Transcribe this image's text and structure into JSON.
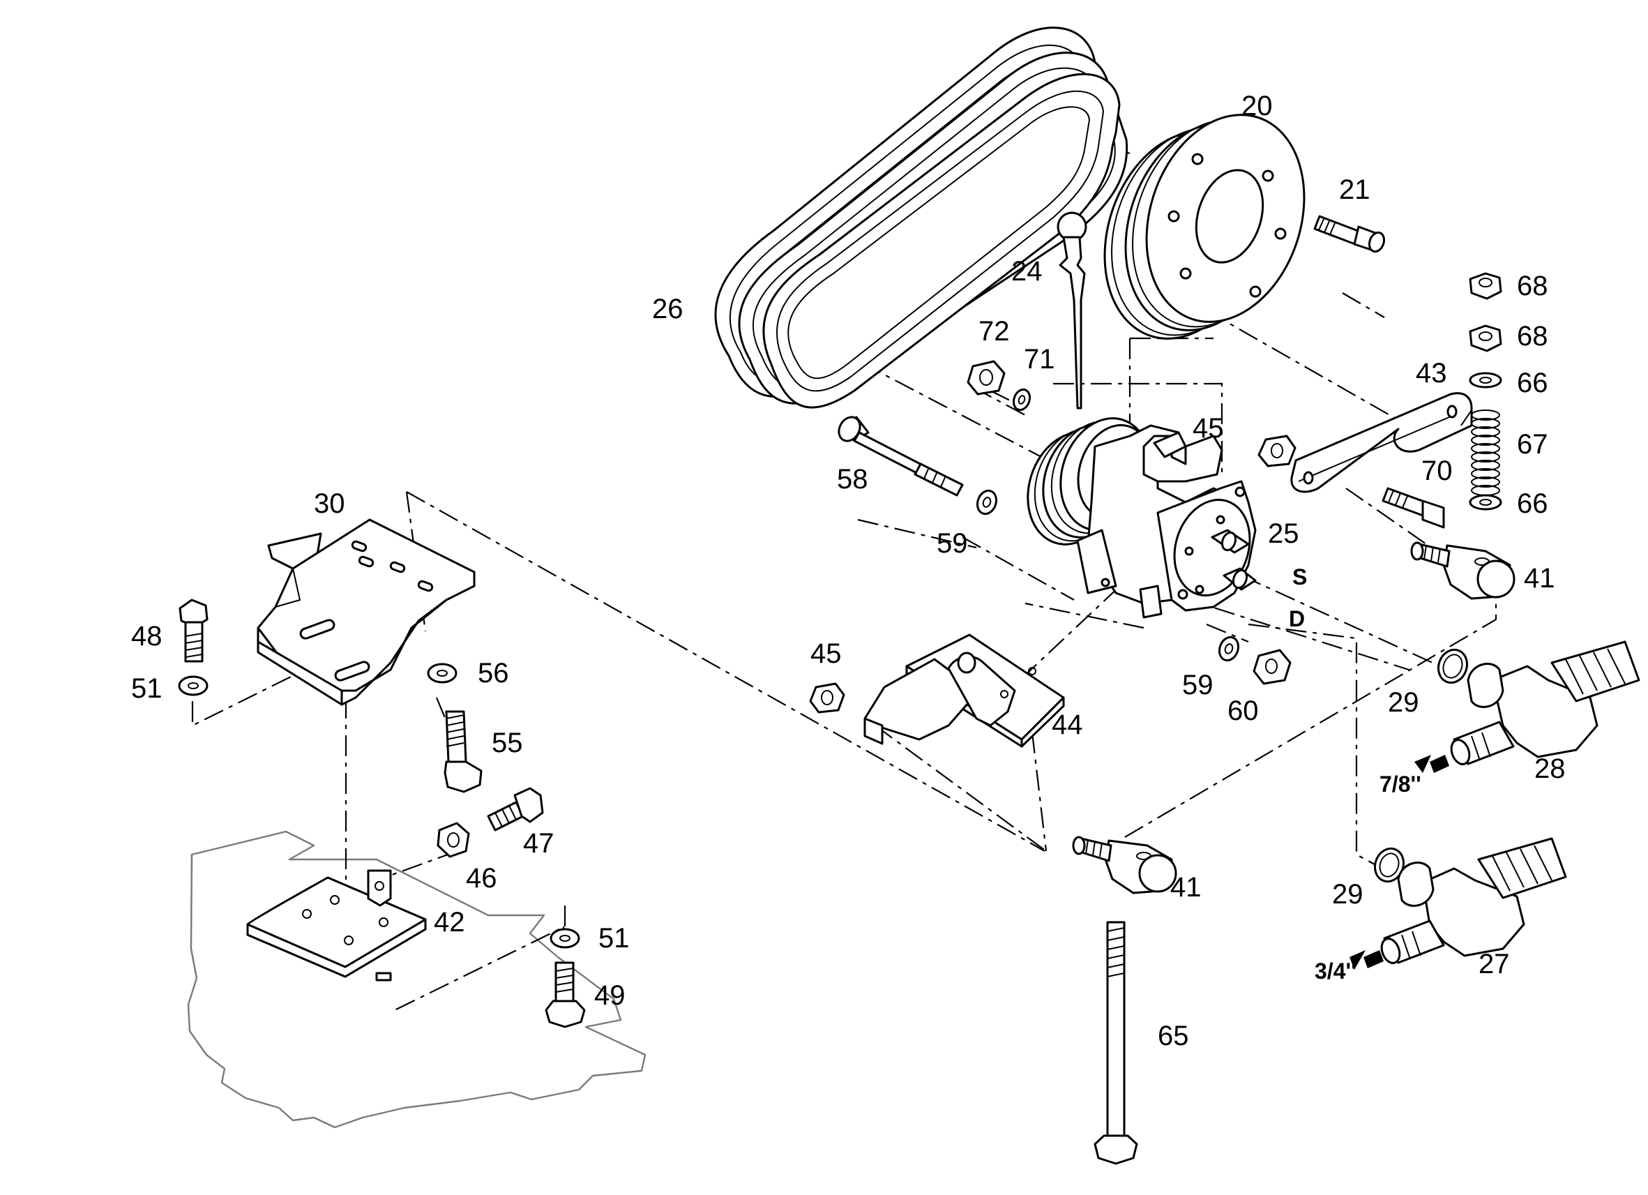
{
  "diagram": {
    "colors": {
      "ink": "#000000",
      "base_plate": "#7a7a7a",
      "paper": "#ffffff"
    },
    "part_labels": [
      {
        "id": "20",
        "text": "20",
        "part": "pulley"
      },
      {
        "id": "21",
        "text": "21",
        "part": "socket-head-screw"
      },
      {
        "id": "24",
        "text": "24",
        "part": "key-pin"
      },
      {
        "id": "25",
        "text": "25",
        "part": "compressor"
      },
      {
        "id": "26",
        "text": "26",
        "part": "v-belt"
      },
      {
        "id": "27",
        "text": "27",
        "part": "service-valve-lower"
      },
      {
        "id": "28",
        "text": "28",
        "part": "service-valve-upper"
      },
      {
        "id": "29a",
        "text": "29",
        "part": "o-ring"
      },
      {
        "id": "29b",
        "text": "29",
        "part": "o-ring"
      },
      {
        "id": "30",
        "text": "30",
        "part": "mounting-bracket"
      },
      {
        "id": "41a",
        "text": "41",
        "part": "tension-block"
      },
      {
        "id": "41b",
        "text": "41",
        "part": "tension-block"
      },
      {
        "id": "42",
        "text": "42",
        "part": "base-plate"
      },
      {
        "id": "43",
        "text": "43",
        "part": "link-arm"
      },
      {
        "id": "44",
        "text": "44",
        "part": "hinge-bracket"
      },
      {
        "id": "45a",
        "text": "45",
        "part": "nut"
      },
      {
        "id": "45b",
        "text": "45",
        "part": "nut"
      },
      {
        "id": "46",
        "text": "46",
        "part": "nut"
      },
      {
        "id": "47",
        "text": "47",
        "part": "bolt"
      },
      {
        "id": "48",
        "text": "48",
        "part": "bolt"
      },
      {
        "id": "49",
        "text": "49",
        "part": "bolt"
      },
      {
        "id": "51a",
        "text": "51",
        "part": "washer"
      },
      {
        "id": "51b",
        "text": "51",
        "part": "washer"
      },
      {
        "id": "55",
        "text": "55",
        "part": "bolt"
      },
      {
        "id": "56",
        "text": "56",
        "part": "washer"
      },
      {
        "id": "58",
        "text": "58",
        "part": "long-bolt"
      },
      {
        "id": "59a",
        "text": "59",
        "part": "washer"
      },
      {
        "id": "59b",
        "text": "59",
        "part": "washer"
      },
      {
        "id": "60",
        "text": "60",
        "part": "nut"
      },
      {
        "id": "65",
        "text": "65",
        "part": "threaded-rod"
      },
      {
        "id": "66a",
        "text": "66",
        "part": "washer"
      },
      {
        "id": "66b",
        "text": "66",
        "part": "washer"
      },
      {
        "id": "67",
        "text": "67",
        "part": "spring"
      },
      {
        "id": "68a",
        "text": "68",
        "part": "nut"
      },
      {
        "id": "68b",
        "text": "68",
        "part": "nut"
      },
      {
        "id": "70",
        "text": "70",
        "part": "bolt"
      },
      {
        "id": "71",
        "text": "71",
        "part": "washer"
      },
      {
        "id": "72",
        "text": "72",
        "part": "nut"
      }
    ],
    "port_labels": {
      "suction": "S",
      "discharge": "D"
    },
    "fitting_sizes": {
      "upper": "7/8''",
      "lower": "3/4''"
    }
  }
}
